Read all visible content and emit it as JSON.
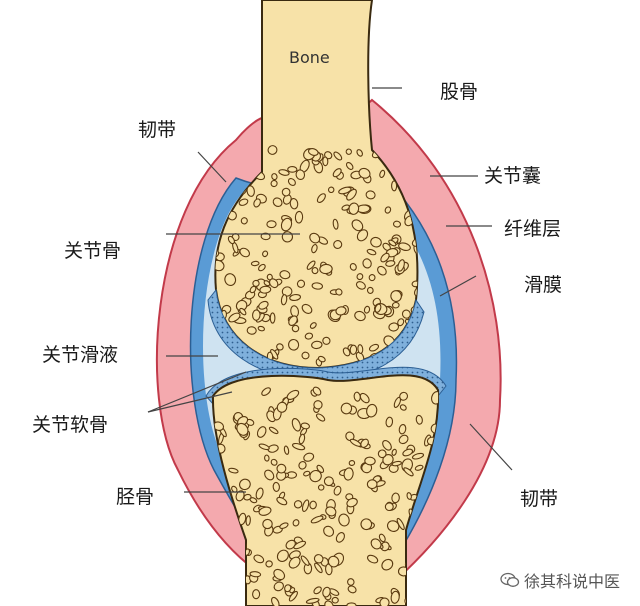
{
  "diagram": {
    "bone_word": "Bone",
    "labels": {
      "femur": "股骨",
      "ligament_top": "韧带",
      "joint_capsule": "关节囊",
      "fibrous_layer": "纤维层",
      "articular_bone": "关节骨",
      "synovium": "滑膜",
      "synovial_fluid": "关节滑液",
      "articular_cartilage": "关节软骨",
      "tibia": "胫骨",
      "ligament_bottom": "韧带"
    },
    "colors": {
      "capsule_pink": "#f4a9ae",
      "capsule_outline": "#c23a4a",
      "fibrous_blue": "#5a9bd5",
      "synovial_fluid": "#cfe3f1",
      "cartilage_blue": "#7fb0dc",
      "bone_fill": "#f7e2a8",
      "spongy_outline": "#5a3a10"
    },
    "watermark_icon": "wechat-icon",
    "watermark": "徐其科说中医"
  }
}
